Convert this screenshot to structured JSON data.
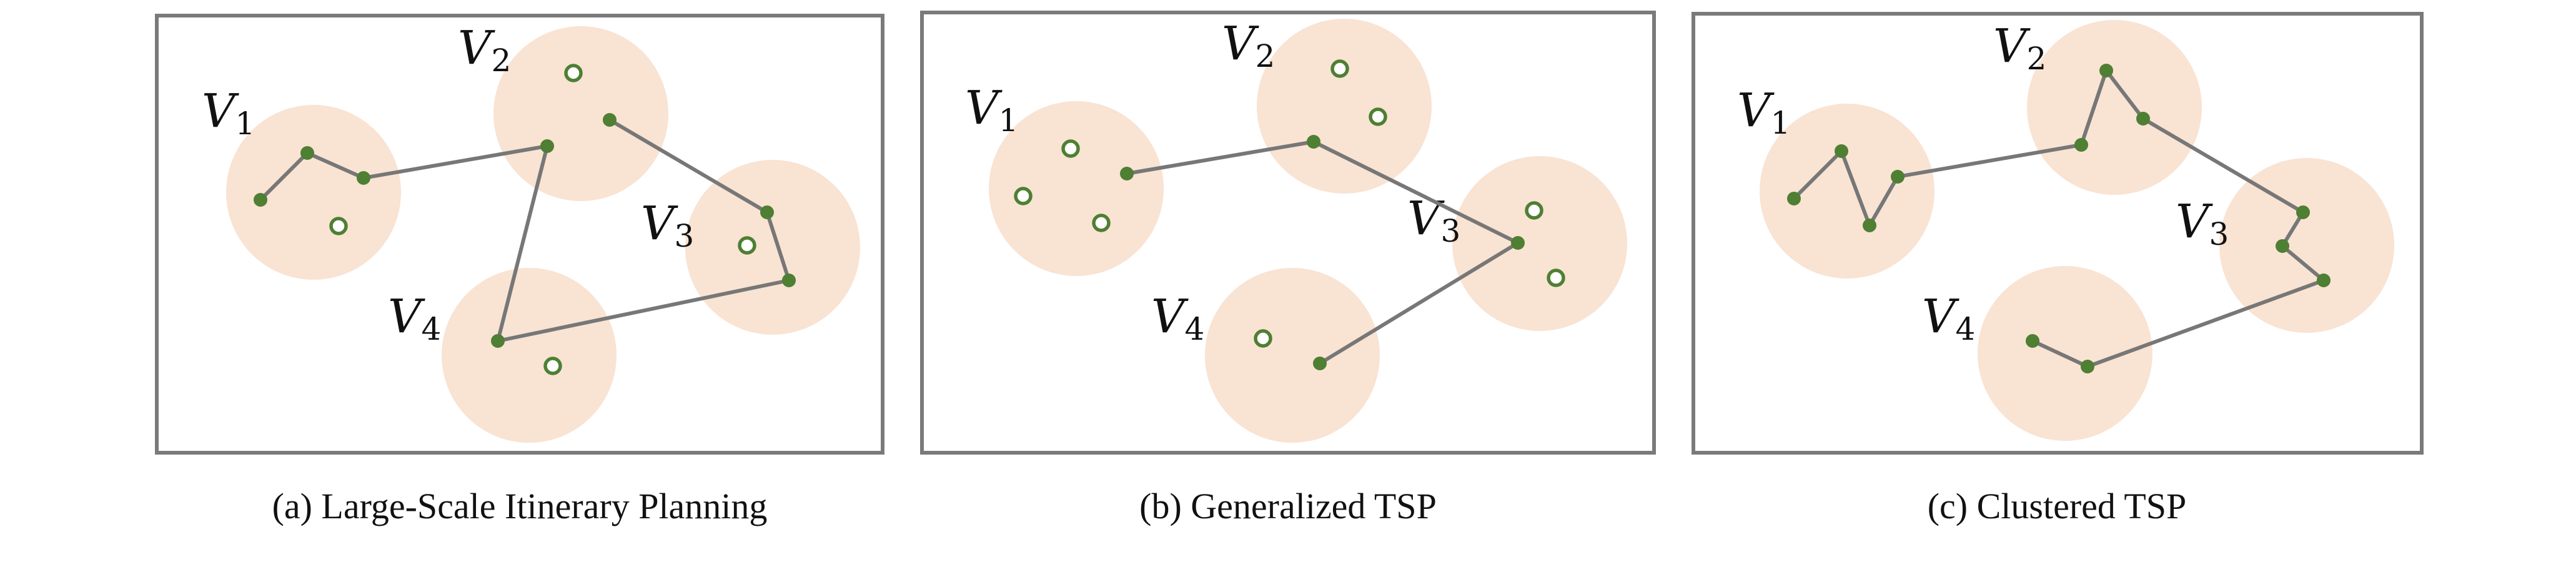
{
  "colors": {
    "cluster_fill": "#f9e3d3",
    "node_green": "#4e7f33",
    "edge_gray": "#777777",
    "frame_gray": "#7a7a7a"
  },
  "panels": [
    {
      "caption": "(a) Large-Scale Itinerary Planning",
      "clusters": [
        {
          "symbol": "V",
          "index": "1"
        },
        {
          "symbol": "V",
          "index": "2"
        },
        {
          "symbol": "V",
          "index": "3"
        },
        {
          "symbol": "V",
          "index": "4"
        }
      ]
    },
    {
      "caption": "(b) Generalized TSP",
      "clusters": [
        {
          "symbol": "V",
          "index": "1"
        },
        {
          "symbol": "V",
          "index": "2"
        },
        {
          "symbol": "V",
          "index": "3"
        },
        {
          "symbol": "V",
          "index": "4"
        }
      ]
    },
    {
      "caption": "(c) Clustered TSP",
      "clusters": [
        {
          "symbol": "V",
          "index": "1"
        },
        {
          "symbol": "V",
          "index": "2"
        },
        {
          "symbol": "V",
          "index": "3"
        },
        {
          "symbol": "V",
          "index": "4"
        }
      ]
    }
  ]
}
